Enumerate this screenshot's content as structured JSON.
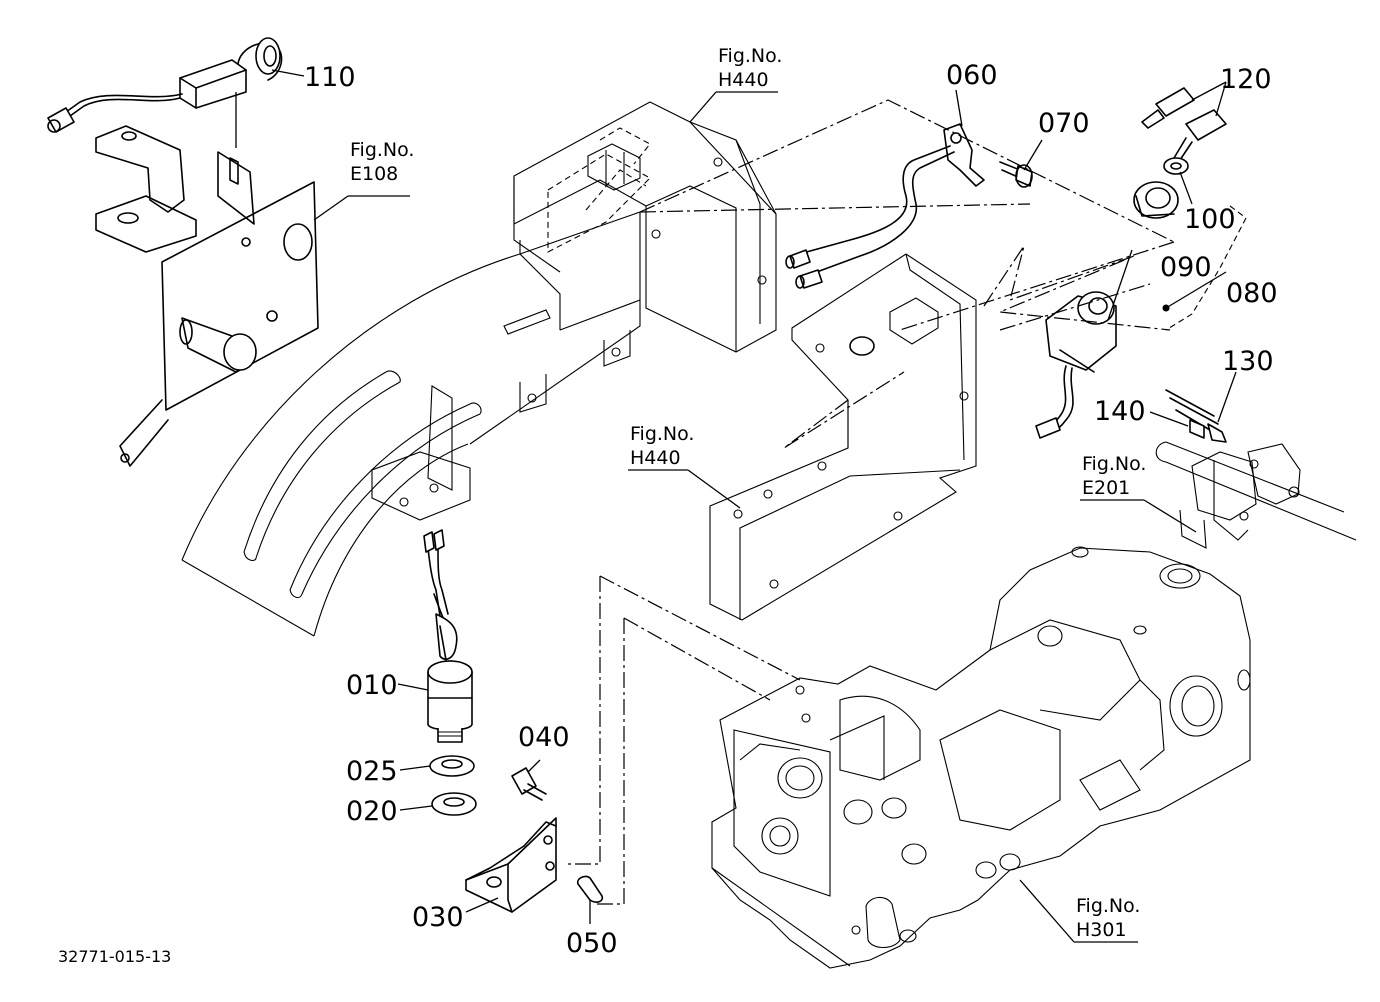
{
  "drawing_number": "32771-015-13",
  "callouts": {
    "p010": "010",
    "p020": "020",
    "p025": "025",
    "p030": "030",
    "p040": "040",
    "p050": "050",
    "p060": "060",
    "p070": "070",
    "p080": "080",
    "p090": "090",
    "p100": "100",
    "p110": "110",
    "p120": "120",
    "p130": "130",
    "p140": "140"
  },
  "figure_refs": {
    "e108": {
      "label": "Fig.No.",
      "code": "E108"
    },
    "h440_top": {
      "label": "Fig.No.",
      "code": "H440"
    },
    "h440_mid": {
      "label": "Fig.No.",
      "code": "H440"
    },
    "e201": {
      "label": "Fig.No.",
      "code": "E201"
    },
    "h301": {
      "label": "Fig.No.",
      "code": "H301"
    }
  }
}
